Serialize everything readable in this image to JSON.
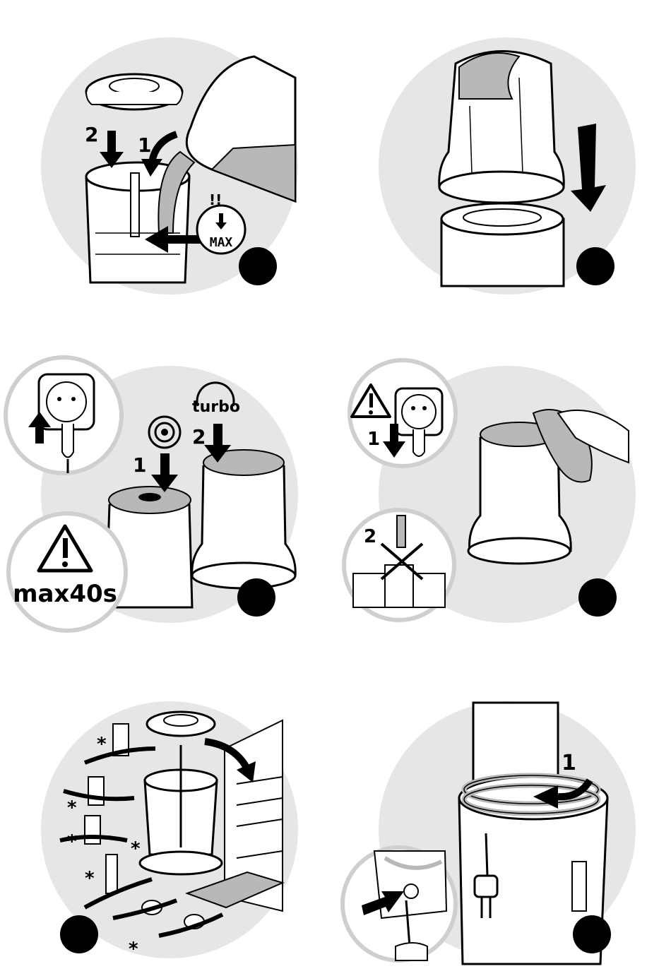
{
  "panels": [
    {
      "id": "fill-and-close",
      "labels": {
        "step_lid": "2",
        "step_pour": "1",
        "warning_marks": "!!",
        "max_text": "MAX"
      },
      "badge_color": "#000000"
    },
    {
      "id": "place-motor",
      "badge_color": "#000000"
    },
    {
      "id": "operate",
      "labels": {
        "step_normal": "1",
        "step_turbo": "2",
        "turbo_text": "turbo",
        "max_time": "max40s"
      },
      "badge_color": "#000000"
    },
    {
      "id": "clean-motor",
      "labels": {
        "step_unplug": "1",
        "step_no_water": "2"
      },
      "badge_color": "#000000"
    },
    {
      "id": "dishwasher",
      "labels": {
        "asterisk": "*"
      },
      "badge_color": "#000000"
    },
    {
      "id": "cord-storage",
      "labels": {
        "step_wrap": "1"
      },
      "badge_color": "#000000"
    }
  ],
  "colors": {
    "panel_bg": "#e6e6e6",
    "accent_gray": "#b8b8b8",
    "ink": "#000000",
    "white": "#ffffff"
  }
}
